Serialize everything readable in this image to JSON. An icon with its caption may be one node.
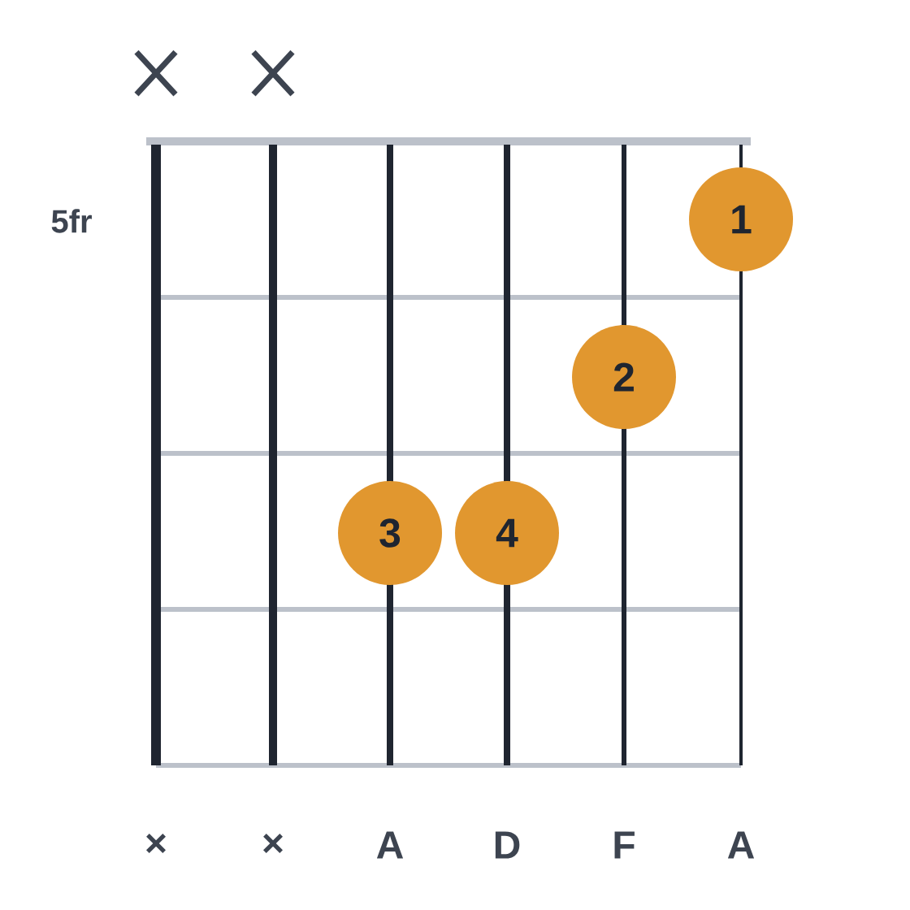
{
  "diagram": {
    "nodes": [
      {
        "text": [
          "1"
        ]
      },
      {
        "text": [
          "2"
        ]
      },
      {
        "text": [
          "3"
        ]
      },
      {
        "text": [
          "4"
        ]
      }
    ],
    "labels": [
      "5fr",
      "×",
      "×",
      "A",
      "D",
      "F",
      "A"
    ]
  }
}
